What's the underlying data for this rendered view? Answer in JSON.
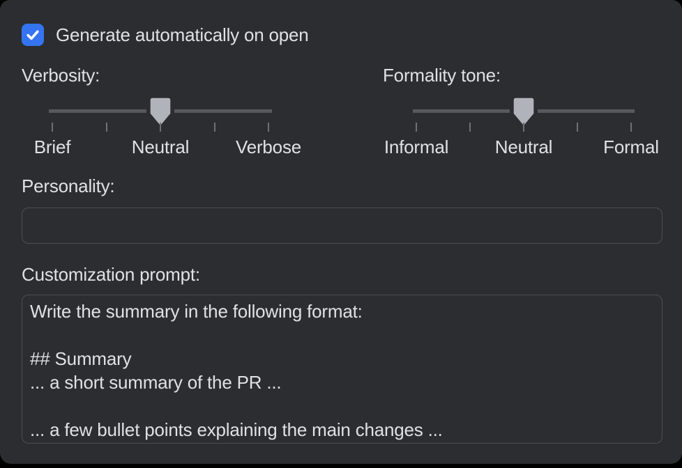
{
  "colors": {
    "panel_bg": "#2b2d30",
    "outer_bg": "#000000",
    "accent_blue": "#3574f0",
    "text": "#dfe1e5",
    "slider_track": "#56595e",
    "slider_thumb": "#b0b4ba",
    "field_border": "#4c4f55"
  },
  "checkbox": {
    "label": "Generate automatically on open",
    "checked": true
  },
  "sliders": [
    {
      "label": "Verbosity:",
      "tick_count": 5,
      "tick_labels": [
        "Brief",
        "Neutral",
        "Verbose"
      ],
      "selected": "Neutral"
    },
    {
      "label": "Formality tone:",
      "tick_count": 5,
      "tick_labels": [
        "Informal",
        "Neutral",
        "Formal"
      ],
      "selected": "Neutral"
    }
  ],
  "personality": {
    "label": "Personality:",
    "value": ""
  },
  "customization_prompt": {
    "label": "Customization prompt:",
    "value": "Write the summary in the following format:\n\n## Summary\n... a short summary of the PR ...\n\n... a few bullet points explaining the main changes ..."
  }
}
